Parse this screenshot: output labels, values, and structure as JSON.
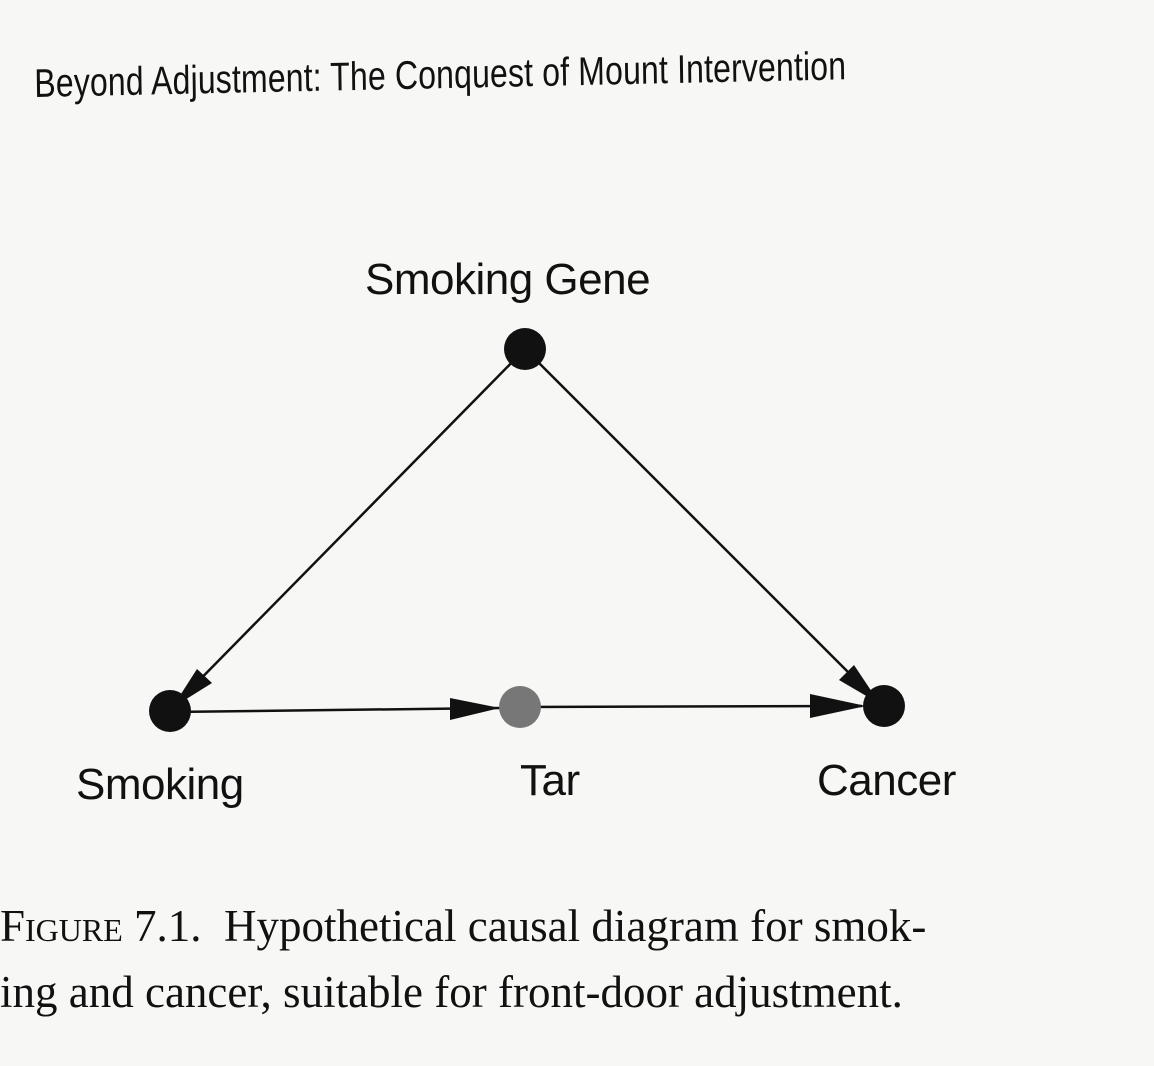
{
  "running_head": "Beyond Adjustment: The Conquest of Mount Intervention",
  "diagram": {
    "nodes": {
      "smoking_gene": "Smoking Gene",
      "smoking": "Smoking",
      "tar": "Tar",
      "cancer": "Cancer"
    },
    "edges": [
      {
        "from": "Smoking Gene",
        "to": "Smoking"
      },
      {
        "from": "Smoking Gene",
        "to": "Cancer"
      },
      {
        "from": "Smoking",
        "to": "Tar"
      },
      {
        "from": "Tar",
        "to": "Cancer"
      }
    ],
    "colors": {
      "node": "#111111",
      "tar_node": "#777777",
      "edge": "#111111"
    }
  },
  "caption": {
    "figure_label": "Figure",
    "figure_number": " 7.1.",
    "line1_text": "  Hypothetical causal diagram for smok-",
    "line2_text": "ing and cancer, suitable for front-door adjustment."
  }
}
